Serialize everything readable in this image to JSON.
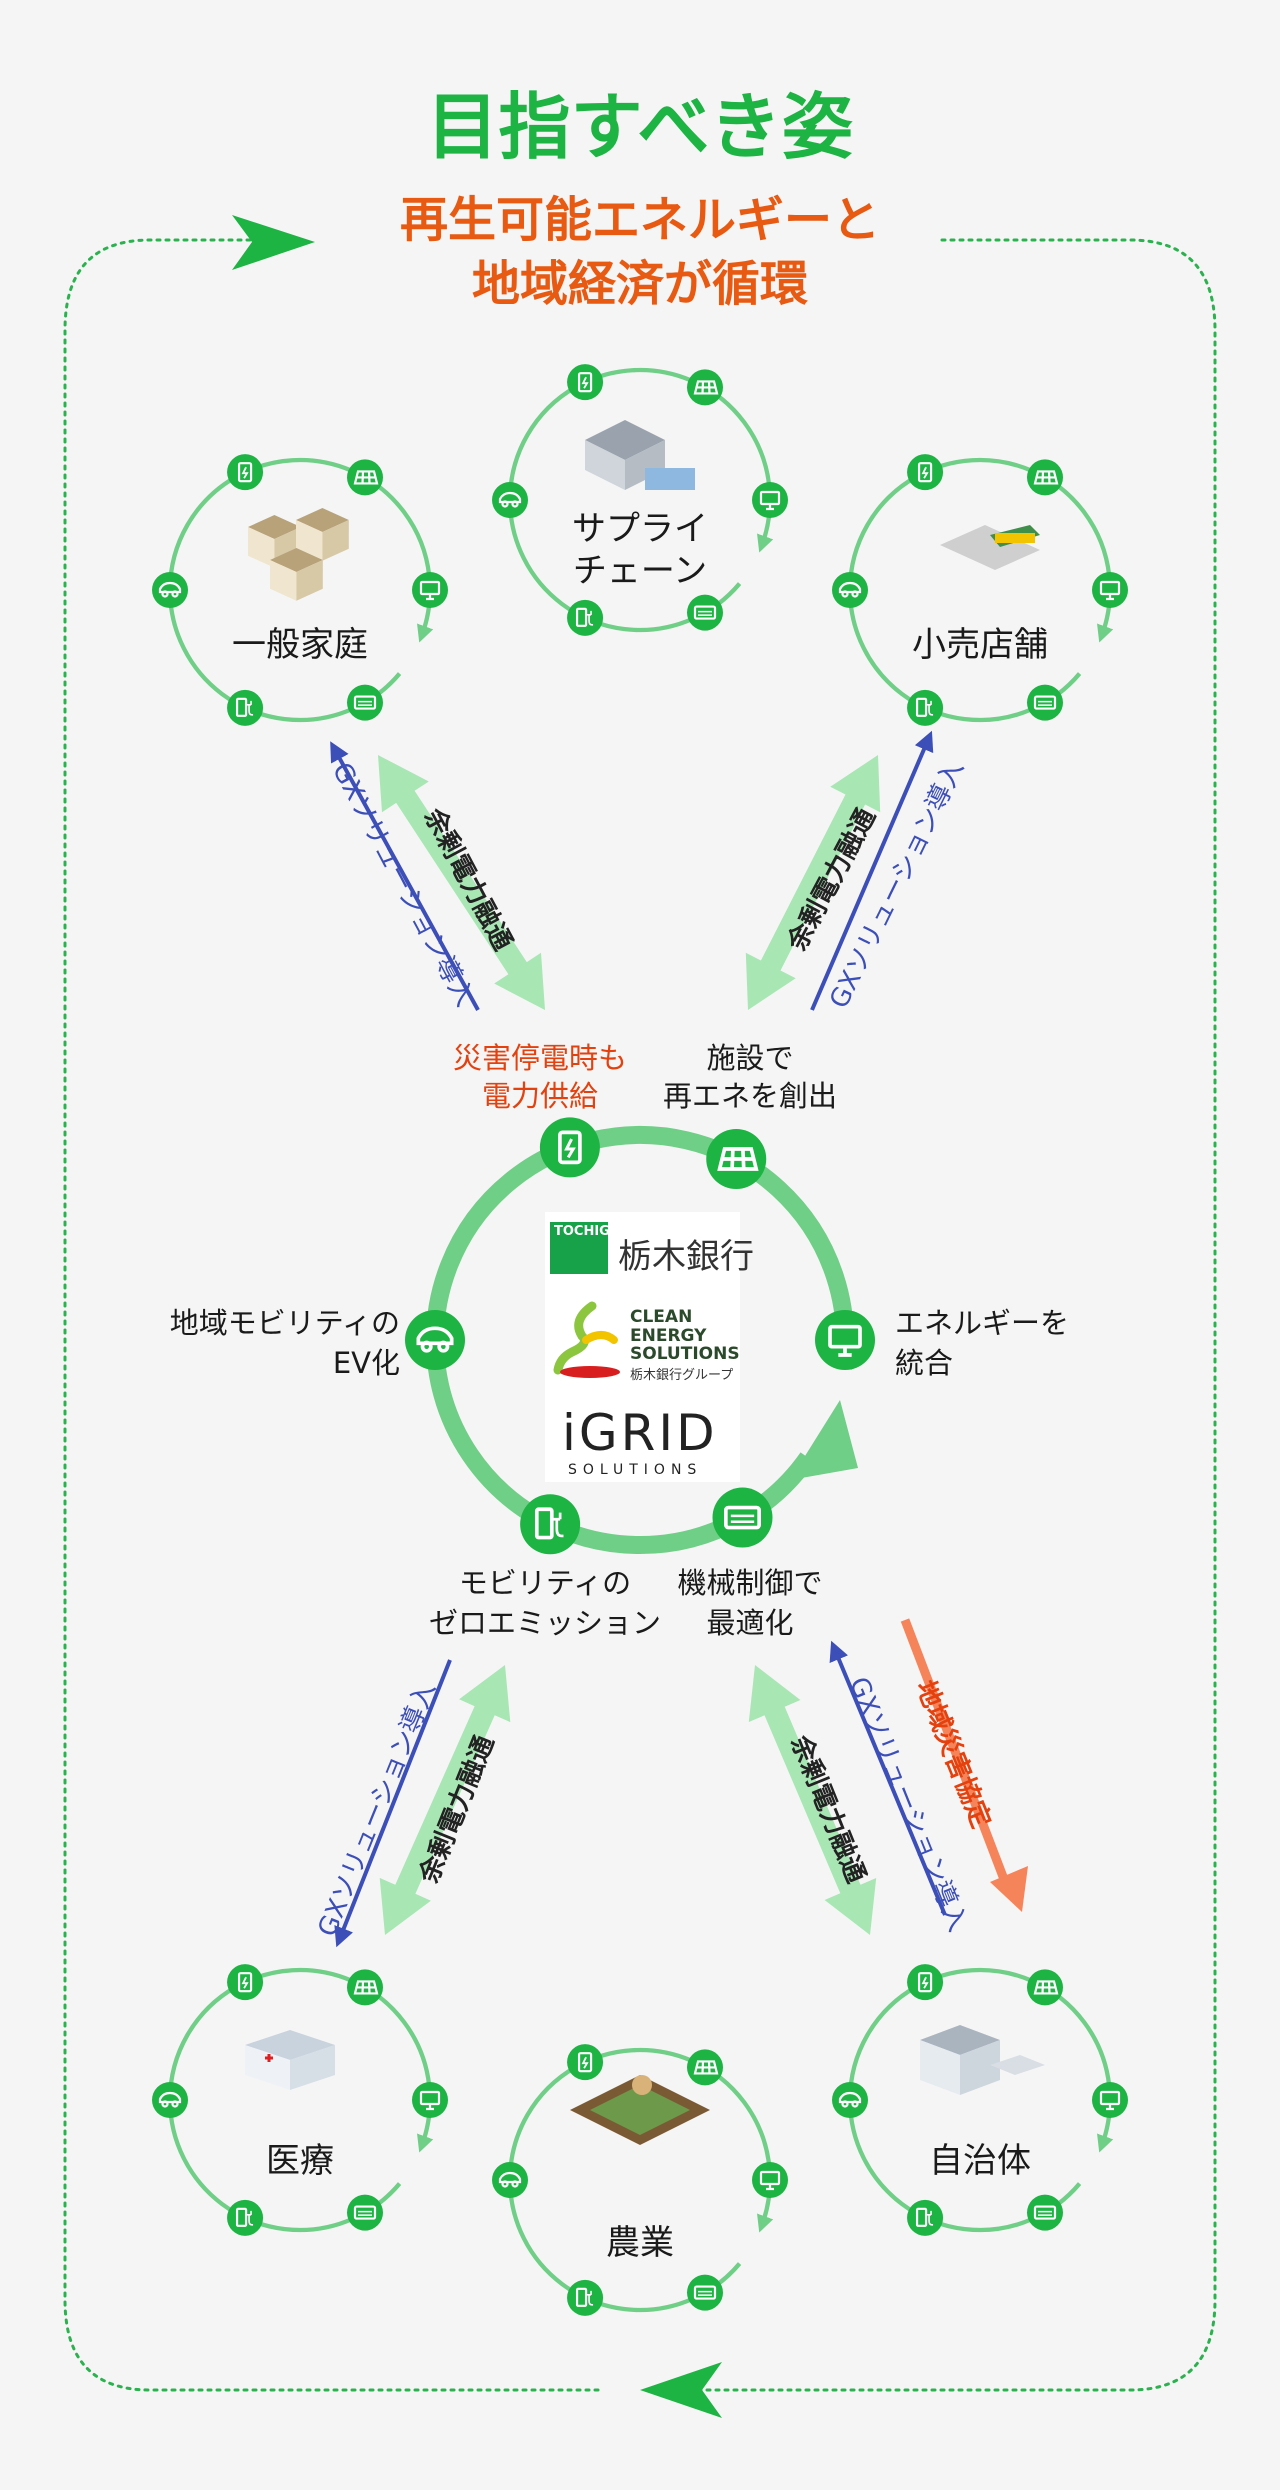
{
  "title": "目指すべき姿",
  "subtitle_line1": "再生可能エネルギーと",
  "subtitle_line2": "地域経済が循環",
  "nodes": {
    "home": "一般家庭",
    "supply": "サプライ",
    "supply2": "チェーン",
    "retail": "小売店舗",
    "medical": "医療",
    "agri": "農業",
    "muni": "自治体"
  },
  "center": {
    "disaster_l1": "災害停電時も",
    "disaster_l2": "電力供給",
    "create_l1": "施設で",
    "create_l2": "再エネを創出",
    "mobility_l1": "地域モビリティの",
    "mobility_l2": "EV化",
    "integrate_l1": "エネルギーを",
    "integrate_l2": "統合",
    "zero_l1": "モビリティの",
    "zero_l2": "ゼロエミッション",
    "machine_l1": "機械制御で",
    "machine_l2": "最適化"
  },
  "arrows": {
    "gx": "GXソリューション導入",
    "surplus": "余剰電力融通",
    "agreement": "地域災害協定"
  },
  "logos": {
    "tochigin_box": "TOCHIGIN",
    "tochigin_text": "栃木銀行",
    "ces_line1": "CLEAN",
    "ces_line2": "ENERGY",
    "ces_line3": "SOLUTIONS",
    "ces_sub": "栃木銀行グループ",
    "igrid": "iGRID",
    "igrid_sub": "SOLUTIONS"
  },
  "colors": {
    "green": "#1db444",
    "ring": "#6fcf86",
    "blue": "#3c4fb8",
    "orange": "#e85a12"
  }
}
